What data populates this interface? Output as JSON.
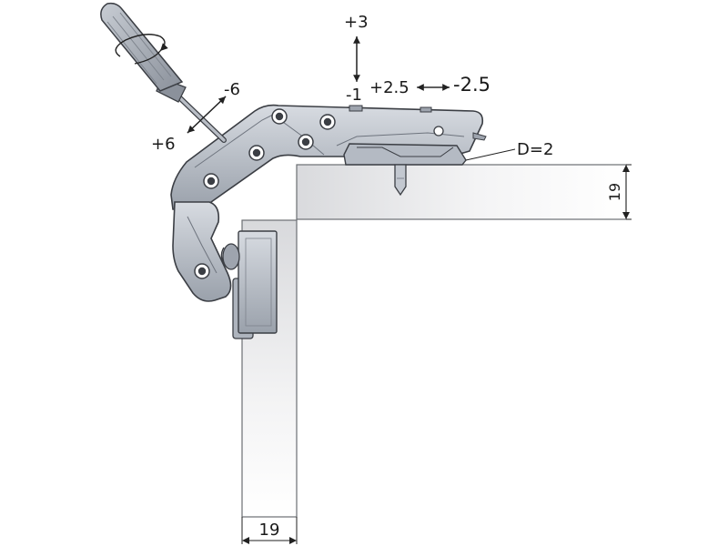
{
  "labels": {
    "vertical_plus": "+3",
    "vertical_minus": "-1",
    "horizontal_plus": "+2.5",
    "horizontal_minus": "-2.5",
    "screw_minus": "-6",
    "screw_plus": "+6",
    "depth": "D=2",
    "panel_thickness_top": "19",
    "panel_thickness_bottom": "19"
  },
  "colors": {
    "panel_fill": "#e6e7ea",
    "panel_stroke": "#6b6e73",
    "metal_light": "#c3c8d0",
    "metal_mid": "#9ea4ae",
    "metal_dark": "#6e747e",
    "outline": "#3b3e44",
    "dim_line": "#222222"
  },
  "icons": {
    "screwdriver": "screwdriver-icon",
    "rotation": "rotation-arrow-icon"
  }
}
